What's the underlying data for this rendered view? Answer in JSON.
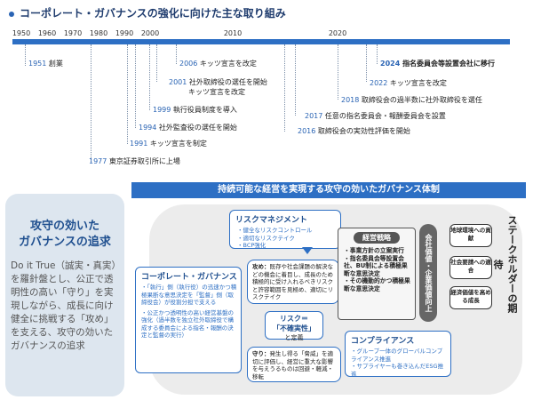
{
  "page_title": "コーポレート・ガバナンスの強化に向けた主な取り組み",
  "timeline": {
    "years": [
      "1950",
      "1960",
      "1970",
      "1980",
      "1990",
      "2000",
      "2010",
      "2020"
    ],
    "events": [
      {
        "year": "1951",
        "text": "創業"
      },
      {
        "year": "1977",
        "text": "東京証券取引所に上場"
      },
      {
        "year": "1991",
        "text": "キッツ宣言を制定"
      },
      {
        "year": "1994",
        "text": "社外監査役の選任を開始"
      },
      {
        "year": "1999",
        "text": "執行役員制度を導入"
      },
      {
        "year": "2001",
        "text": "社外取締役の選任を開始"
      },
      {
        "year": "",
        "text": "キッツ宣言を改定"
      },
      {
        "year": "2006",
        "text": "キッツ宣言を改定"
      },
      {
        "year": "2016",
        "text": "取締役会の実効性評価を開始"
      },
      {
        "year": "2017",
        "text": "任意の指名委員会・報酬委員会を設置"
      },
      {
        "year": "2018",
        "text": "取締役会の過半数に社外取締役を選任"
      },
      {
        "year": "2022",
        "text": "キッツ宣言を改定"
      },
      {
        "year": "2024",
        "text": "指名委員会等設置会社に移行"
      }
    ]
  },
  "left": {
    "title_line1": "攻守の効いた",
    "title_line2": "ガバナンスの追求",
    "body": "Do it True（誠実・真実）を羅針盤とし、公正で透明性の高い「守り」を実現しながら、成長に向け健全に挑戦する「攻め」を支える、攻守の効いたガバナンスの追求"
  },
  "banner": "持続可能な経営を実現する攻守の効いたガバナンス体制",
  "risk": {
    "title": "リスクマネジメント",
    "items": [
      "・健全なリスクコントロール",
      "・適切なリスクテイク",
      "・BCP強化"
    ]
  },
  "cg": {
    "title": "コーポレート・ガバナンス",
    "items": [
      "・「執行」側（執行役）の迅速かつ積極果断な意思決定を「監督」側（取締役会）が役割分担で支える",
      "・公正かつ透明性の高い経営基盤の強化（過半数を独立社外取締役で構成する委員会による指名・報酬の決定と監督の実行）"
    ]
  },
  "attack": {
    "label": "攻め：",
    "text": "既存や社会課題の解決などの機会に着目し、成長のため積極的に受け入れるべきリスクと許容範囲を見極め、適切にリスクテイク"
  },
  "risk_def": {
    "line1": "リスク＝",
    "line2": "「不確実性」",
    "line3": "と定義"
  },
  "defense": {
    "label": "守り：",
    "text": "発生し得る「脅威」を適切に評価し、経営に重大な影響を与えうるものは回避・軽減・移転"
  },
  "compliance": {
    "title": "コンプライアンス",
    "items": [
      "・グループ一体のグローバルコンプライアンス推進",
      "・サプライヤーも巻き込んだESG推進"
    ]
  },
  "strategy": {
    "title": "経営戦略",
    "items": [
      "・事業方針の立案実行",
      "・指名委員会等設置会社、BU制による積極果断な意思決定",
      "・その機動的かつ積極果断な意思決定"
    ]
  },
  "vertical_corp": "会社価値・企業価値向上",
  "outcomes": [
    "地球環境への貢献",
    "社会要請への適合",
    "経済価値を高める成長"
  ],
  "stakeholder": "ステークホルダーの期待",
  "colors": {
    "accent": "#2d6fc4",
    "dark": "#1f4f8f",
    "panel": "#dde6ef"
  }
}
